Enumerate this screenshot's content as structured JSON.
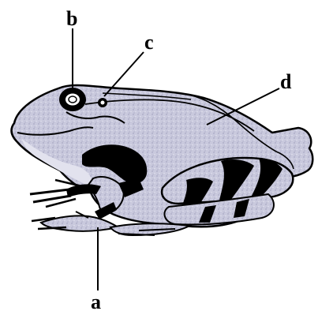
{
  "diagram": {
    "subject": "frog",
    "labels": {
      "a": "a",
      "b": "b",
      "c": "c",
      "d": "d"
    }
  },
  "colors": {
    "body_fill": "#c9c9dd",
    "outline": "#000000",
    "background": "#ffffff"
  }
}
